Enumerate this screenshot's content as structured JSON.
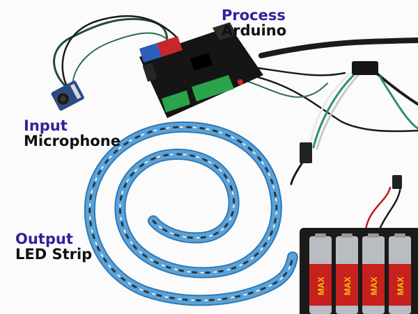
{
  "colors": {
    "role_text": "#3a1d9a",
    "part_text": "#111111",
    "strip": "#5aa2d8",
    "strip_edge": "#2f78b5",
    "board": "#141414",
    "terminal": "#2aa34a",
    "battery_holder": "#1a1a1a",
    "battery": "#b9bcc0",
    "battery_label": "#c8201e"
  },
  "labels": {
    "process": {
      "role": "Process",
      "part": "Arduino"
    },
    "input": {
      "role": "Input",
      "part": "Microphone"
    },
    "output": {
      "role": "Output",
      "part": "LED Strip"
    }
  },
  "battery_text": [
    "MAX",
    "MAX",
    "MAX",
    "MAX"
  ]
}
